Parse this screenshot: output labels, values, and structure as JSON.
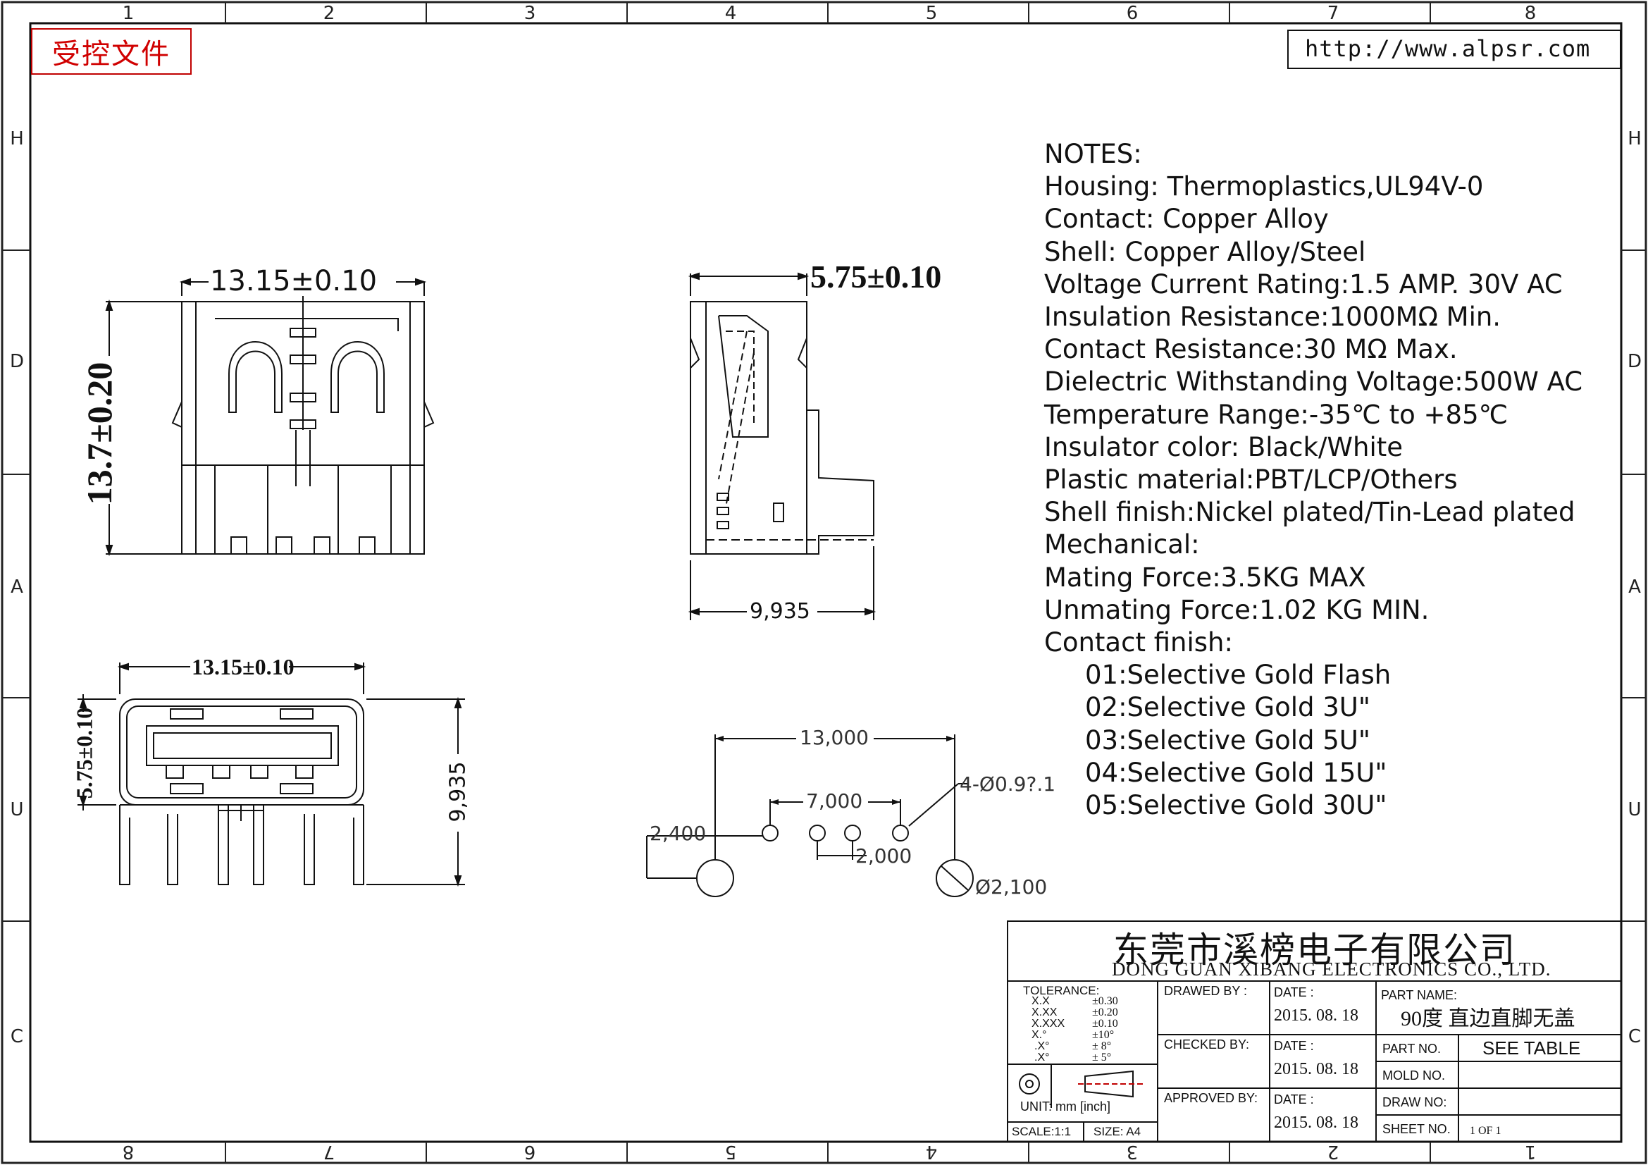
{
  "frame": {
    "top_zones": [
      "1",
      "2",
      "3",
      "4",
      "5",
      "6",
      "7",
      "8"
    ],
    "bottom_zones": [
      "8",
      "7",
      "6",
      "5",
      "4",
      "3",
      "2",
      "1"
    ],
    "side_zones": [
      "H",
      "D",
      "A",
      "U",
      "C"
    ]
  },
  "stamp_label": "受控文件",
  "website": "http://www.alpsr.com",
  "notes": {
    "heading": "NOTES:",
    "lines": [
      "Housing:  Thermoplastics,UL94V-0",
      "Contact:  Copper  Alloy",
      "Shell:  Copper  Alloy/Steel",
      "Voltage  Current  Rating:1.5  AMP.  30V  AC",
      "Insulation  Resistance:1000MΩ  Min.",
      "Contact  Resistance:30  MΩ  Max.",
      "Dielectric  Withstanding  Voltage:500W  AC",
      "Temperature  Range:-35℃  to  +85℃",
      "Insulator  color:  Black/White",
      "Plastic  material:PBT/LCP/Others",
      "Shell  finish:Nickel  plated/Tin-Lead  plated",
      "Mechanical:",
      "Mating  Force:3.5KG  MAX",
      "Unmating  Force:1.02  KG  MIN.",
      "Contact  finish:"
    ],
    "finish_options": [
      "01:Selective  Gold  Flash",
      "02:Selective  Gold  3U\"",
      "03:Selective  Gold  5U\"",
      "04:Selective  Gold  15U\"",
      "05:Selective  Gold  30U\""
    ]
  },
  "dimensions": {
    "top_width": "13.15±0.10",
    "top_height": "13.7±0.20",
    "side_width": "5.75±0.10",
    "side_depth": "9,935",
    "front_width": "13.15±0.10",
    "front_height": "5.75±0.10",
    "front_depth": "9,935",
    "pcb_span": "13,000",
    "pcb_pitch": "7,000",
    "pcb_spacing": "2,000",
    "pcb_offset": "2,400",
    "pcb_holes": "4-Ø0.9?.1",
    "pcb_post": "Ø2,100"
  },
  "title_block": {
    "company_cn": "东莞市溪榜电子有限公司",
    "company_en": "DONG  GUAN  XIBANG  ELECTRONICS  CO.,  LTD.",
    "tolerance_label": "TOLERANCE:",
    "tolerance_keys": [
      "X.X",
      "X.XX",
      "X.XXX",
      "X.°",
      ".X°",
      ".X°"
    ],
    "tolerance_values": [
      "±0.30",
      "±0.20",
      "±0.10",
      "±10°",
      "± 8°",
      "± 5°"
    ],
    "unit_label": "UNIT:  mm  [inch]",
    "scale_label": "SCALE:1:1",
    "size_label": "SIZE:  A4",
    "drawn_by_label": "DRAWED  BY :",
    "checked_by_label": "CHECKED  BY:",
    "approved_by_label": "APPROVED  BY:",
    "date_label": "DATE  :",
    "drawn_date": "2015. 08. 18",
    "checked_date": "2015. 08. 18",
    "approved_date": "2015. 08. 18",
    "part_name_label": "PART  NAME:",
    "part_name": "90度  直边直脚无盖",
    "part_no_label": "PART  NO.",
    "part_no": "SEE  TABLE",
    "mold_no_label": "MOLD  NO.",
    "draw_no_label": "DRAW  NO:",
    "sheet_no_label": "SHEET  NO.",
    "sheet_value": "1  OF  1"
  }
}
